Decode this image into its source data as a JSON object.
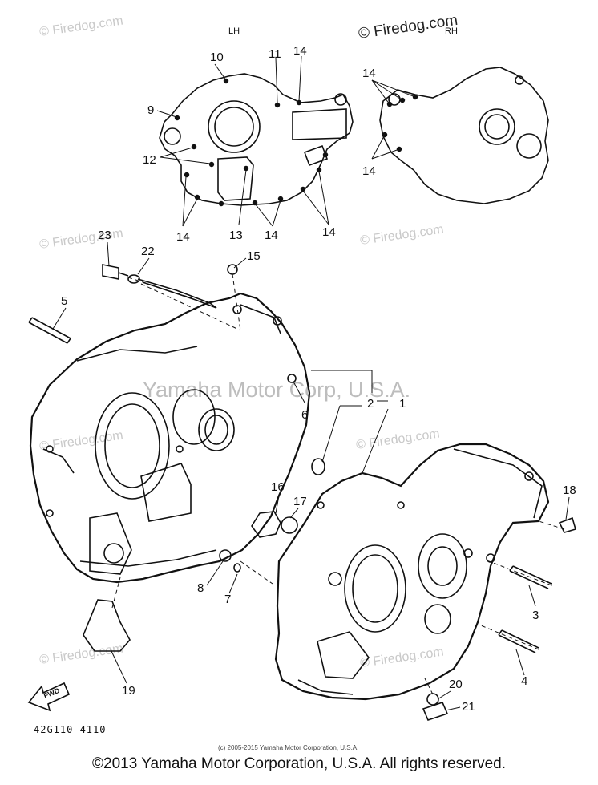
{
  "header": {
    "watermark_top_right": "© Firedog.com",
    "side_left": "LH",
    "side_right": "RH"
  },
  "watermarks": {
    "firedog": "© Firedog.com",
    "center": "Yamaha Motor Corp, U.S.A."
  },
  "callouts": {
    "c1": "1",
    "c2": "2",
    "c3": "3",
    "c4": "4",
    "c5": "5",
    "c6": "6",
    "c7": "7",
    "c8": "8",
    "c9": "9",
    "c10": "10",
    "c11": "11",
    "c12": "12",
    "c13": "13",
    "c14": "14",
    "c15": "15",
    "c16": "16",
    "c17": "17",
    "c18": "18",
    "c19": "19",
    "c20": "20",
    "c21": "21",
    "c22": "22",
    "c23": "23"
  },
  "fwd_label": "FWD",
  "diagram_code": "42G110-4110",
  "small_credit": "(c) 2005-2015 Yamaha Motor Corporation, U.S.A.",
  "footer": {
    "copyright": "©2013 Yamaha Motor Corporation, U.S.A. All rights reserved."
  }
}
